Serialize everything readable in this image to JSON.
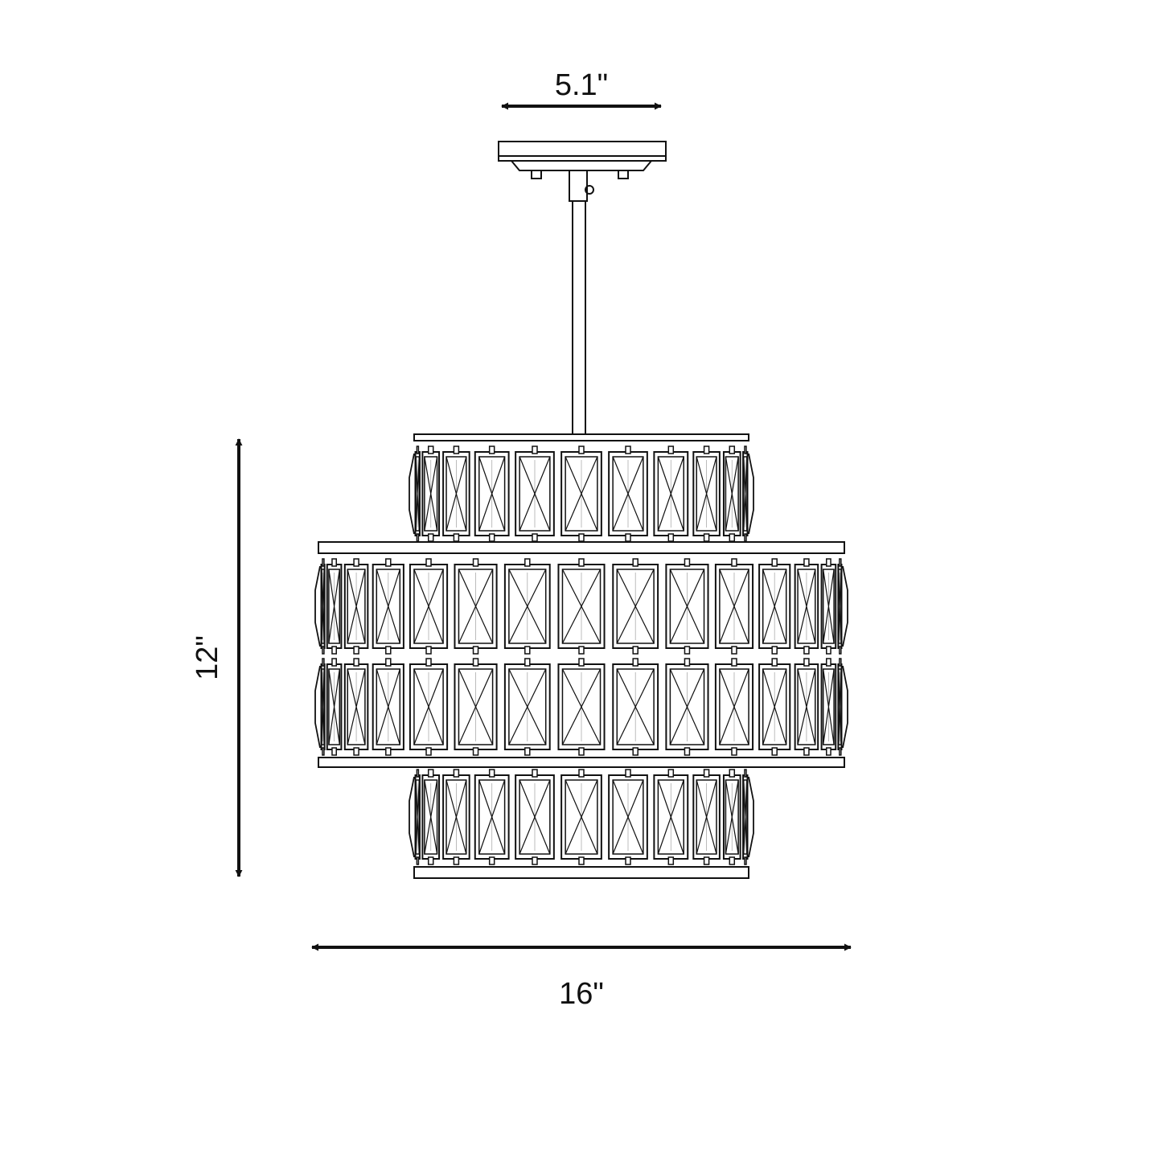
{
  "dimensions": {
    "canopy_width": "5.1\"",
    "height": "12\"",
    "width": "16\""
  },
  "colors": {
    "line": "#111111",
    "background": "#ffffff"
  },
  "drawing": {
    "rows": [
      {
        "id": "top-tier",
        "panel_count": 11
      },
      {
        "id": "middle-tier-upper",
        "panel_count": 15
      },
      {
        "id": "middle-tier-lower",
        "panel_count": 15
      },
      {
        "id": "bottom-tier",
        "panel_count": 11
      }
    ]
  }
}
